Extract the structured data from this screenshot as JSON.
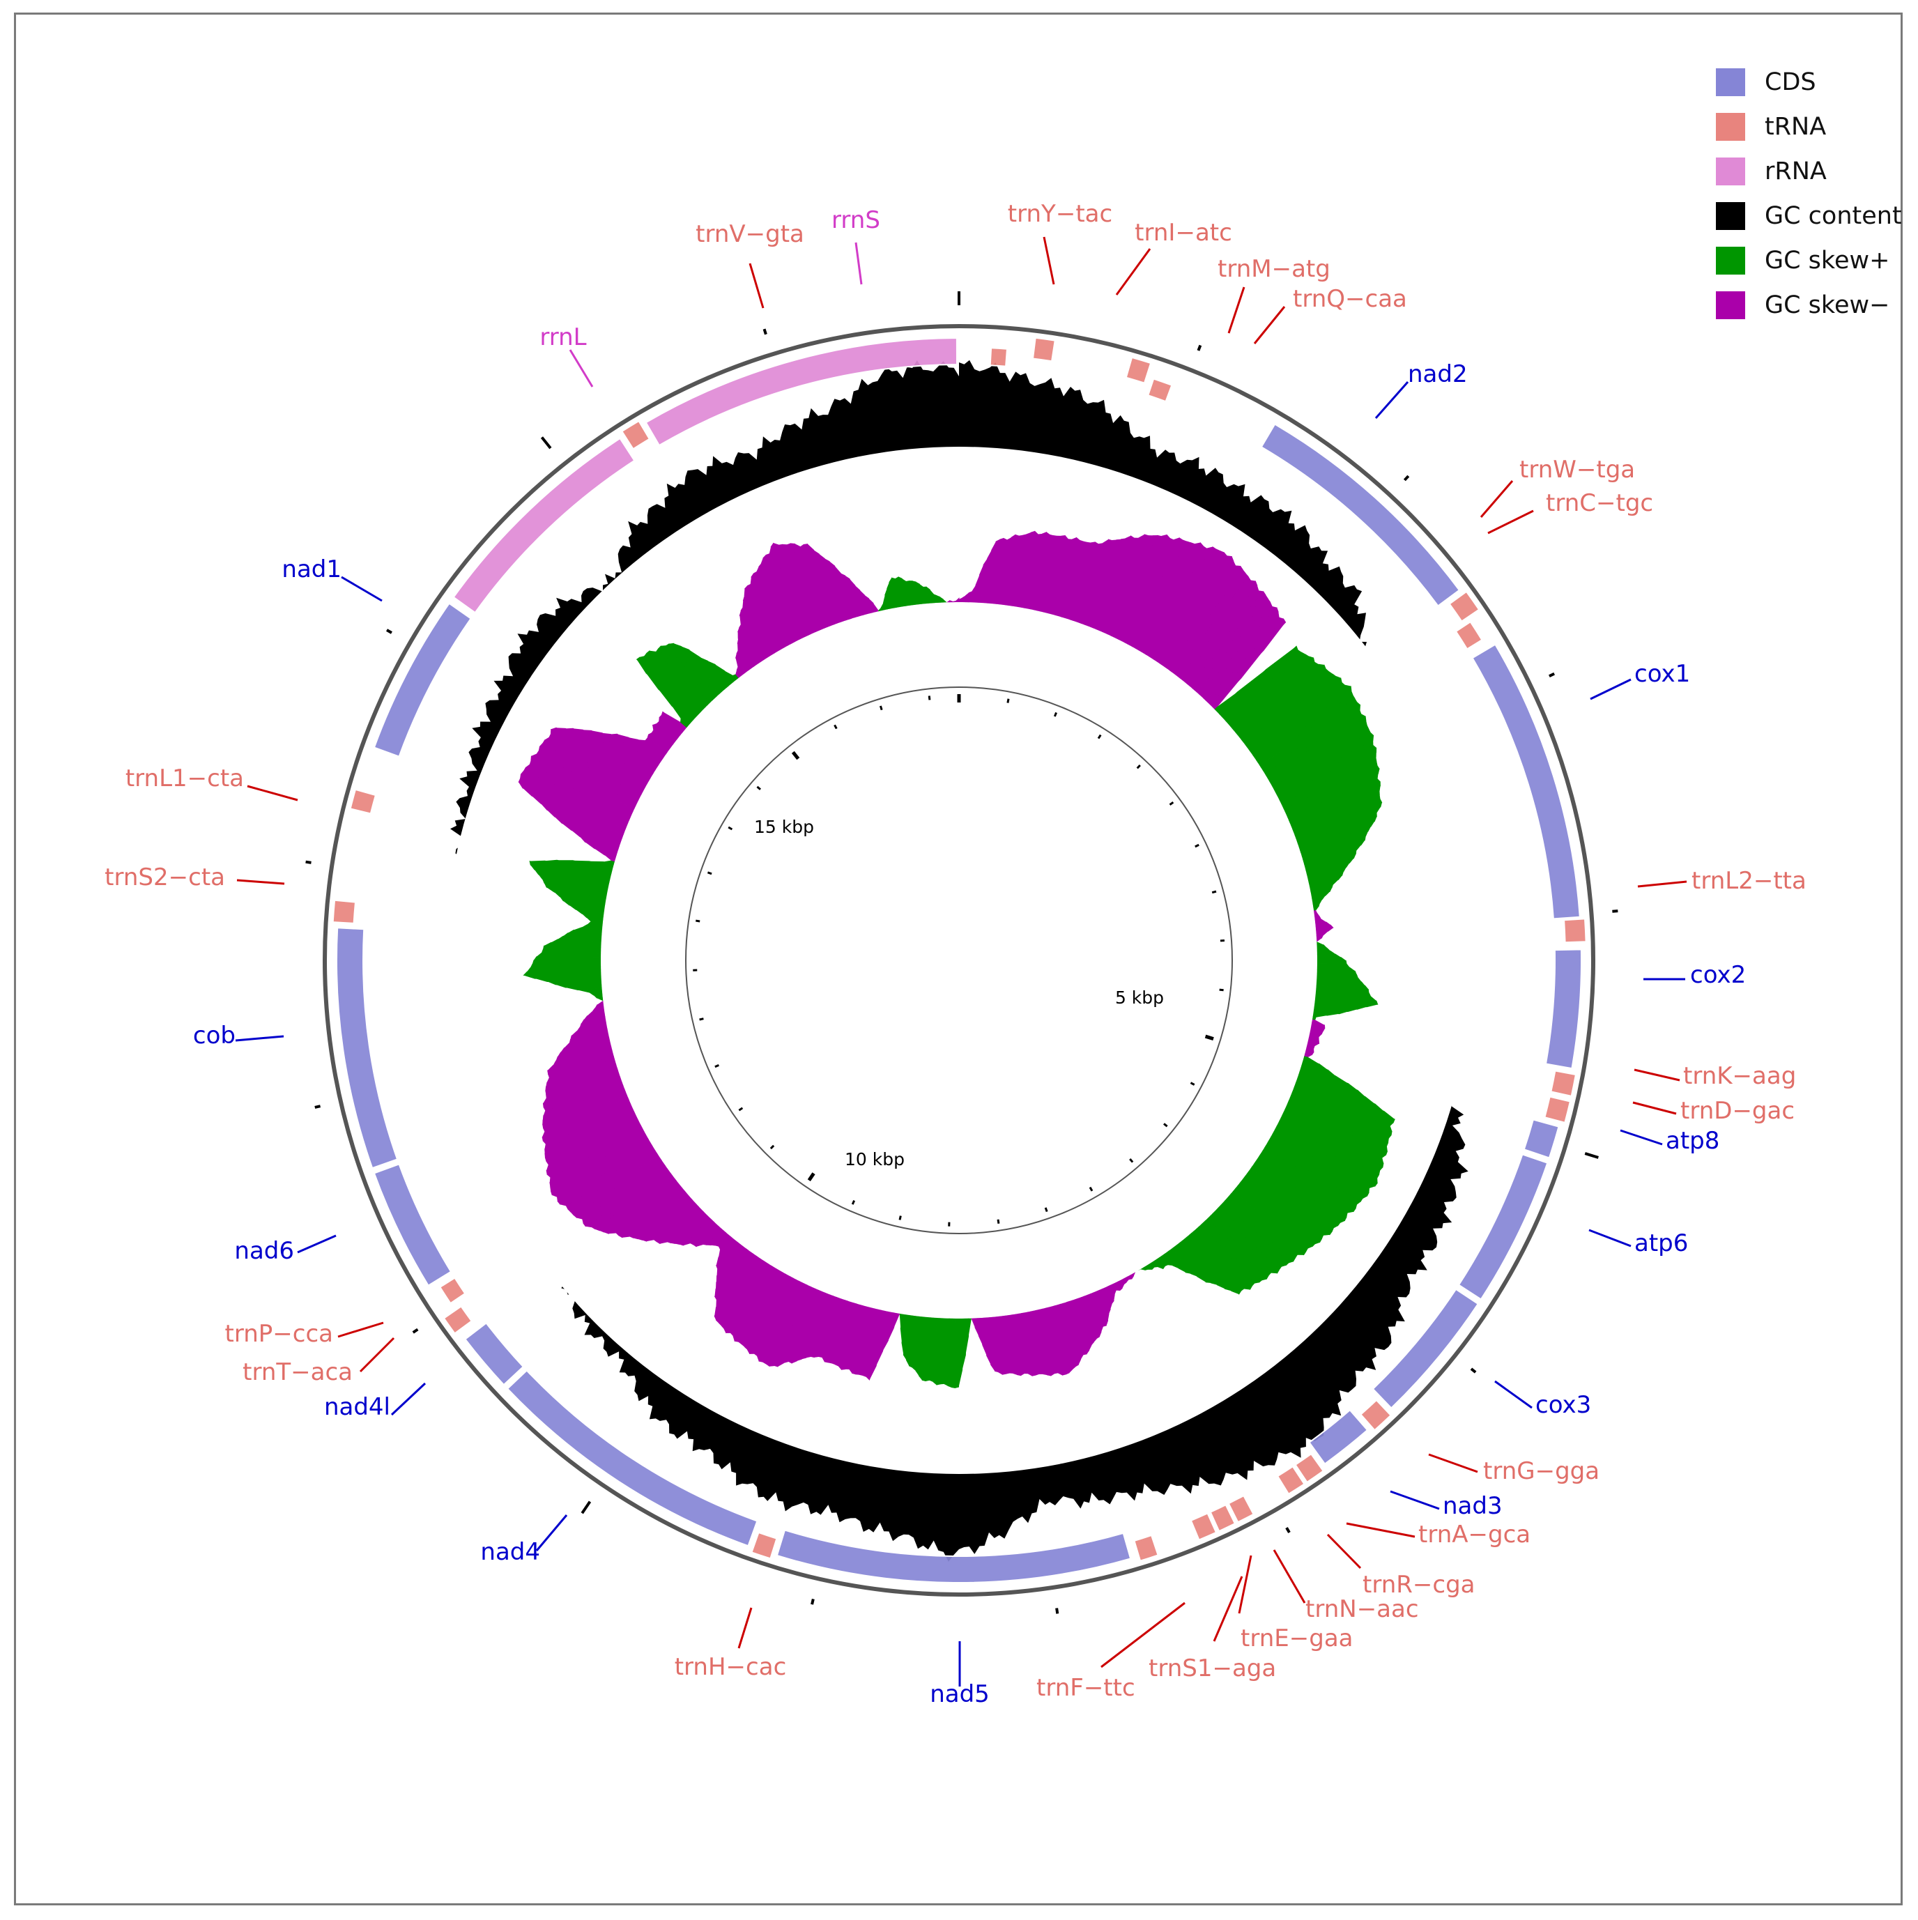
{
  "genome_map": {
    "genome_length_bp": 16800,
    "legend": [
      {
        "label": "CDS",
        "color": "#8585d6"
      },
      {
        "label": "tRNA",
        "color": "#e8847e"
      },
      {
        "label": "rRNA",
        "color": "#e08ad6"
      },
      {
        "label": "GC content",
        "color": "#000000"
      },
      {
        "label": "GC skew+",
        "color": "#009600"
      },
      {
        "label": "GC skew−",
        "color": "#aa00aa"
      }
    ],
    "scale_labels": [
      {
        "text": "5 kbp",
        "bp": 5000
      },
      {
        "text": "10 kbp",
        "bp": 10000
      },
      {
        "text": "15 kbp",
        "bp": 15000
      }
    ],
    "features": [
      {
        "name": "nad2",
        "type": "CDS"
      },
      {
        "name": "trnW−tga",
        "type": "tRNA"
      },
      {
        "name": "trnC−tgc",
        "type": "tRNA"
      },
      {
        "name": "cox1",
        "type": "CDS"
      },
      {
        "name": "trnL2−tta",
        "type": "tRNA"
      },
      {
        "name": "cox2",
        "type": "CDS"
      },
      {
        "name": "trnK−aag",
        "type": "tRNA"
      },
      {
        "name": "trnD−gac",
        "type": "tRNA"
      },
      {
        "name": "atp8",
        "type": "CDS"
      },
      {
        "name": "atp6",
        "type": "CDS"
      },
      {
        "name": "cox3",
        "type": "CDS"
      },
      {
        "name": "trnG−gga",
        "type": "tRNA"
      },
      {
        "name": "nad3",
        "type": "CDS"
      },
      {
        "name": "trnA−gca",
        "type": "tRNA"
      },
      {
        "name": "trnR−cga",
        "type": "tRNA"
      },
      {
        "name": "trnN−aac",
        "type": "tRNA"
      },
      {
        "name": "trnE−gaa",
        "type": "tRNA"
      },
      {
        "name": "trnS1−aga",
        "type": "tRNA"
      },
      {
        "name": "trnF−ttc",
        "type": "tRNA"
      },
      {
        "name": "nad5",
        "type": "CDS"
      },
      {
        "name": "trnH−cac",
        "type": "tRNA"
      },
      {
        "name": "nad4",
        "type": "CDS"
      },
      {
        "name": "nad4l",
        "type": "CDS"
      },
      {
        "name": "trnT−aca",
        "type": "tRNA"
      },
      {
        "name": "trnP−cca",
        "type": "tRNA"
      },
      {
        "name": "nad6",
        "type": "CDS"
      },
      {
        "name": "cob",
        "type": "CDS"
      },
      {
        "name": "trnS2−cta",
        "type": "tRNA"
      },
      {
        "name": "trnL1−cta",
        "type": "tRNA"
      },
      {
        "name": "nad1",
        "type": "CDS"
      },
      {
        "name": "rrnL",
        "type": "rRNA"
      },
      {
        "name": "trnV−gta",
        "type": "tRNA"
      },
      {
        "name": "rrnS",
        "type": "rRNA"
      },
      {
        "name": "trnY−tac",
        "type": "tRNA"
      },
      {
        "name": "trnI−atc",
        "type": "tRNA"
      },
      {
        "name": "trnM−atg",
        "type": "tRNA"
      },
      {
        "name": "trnQ−caa",
        "type": "tRNA"
      }
    ],
    "label_colors": {
      "CDS": "#0000cc",
      "tRNA": "#e06e68",
      "rRNA": "#d23cc8"
    },
    "leader_colors": {
      "CDS": "#0000cc",
      "tRNA": "#cc0000",
      "rRNA": "#d23cc8"
    }
  }
}
